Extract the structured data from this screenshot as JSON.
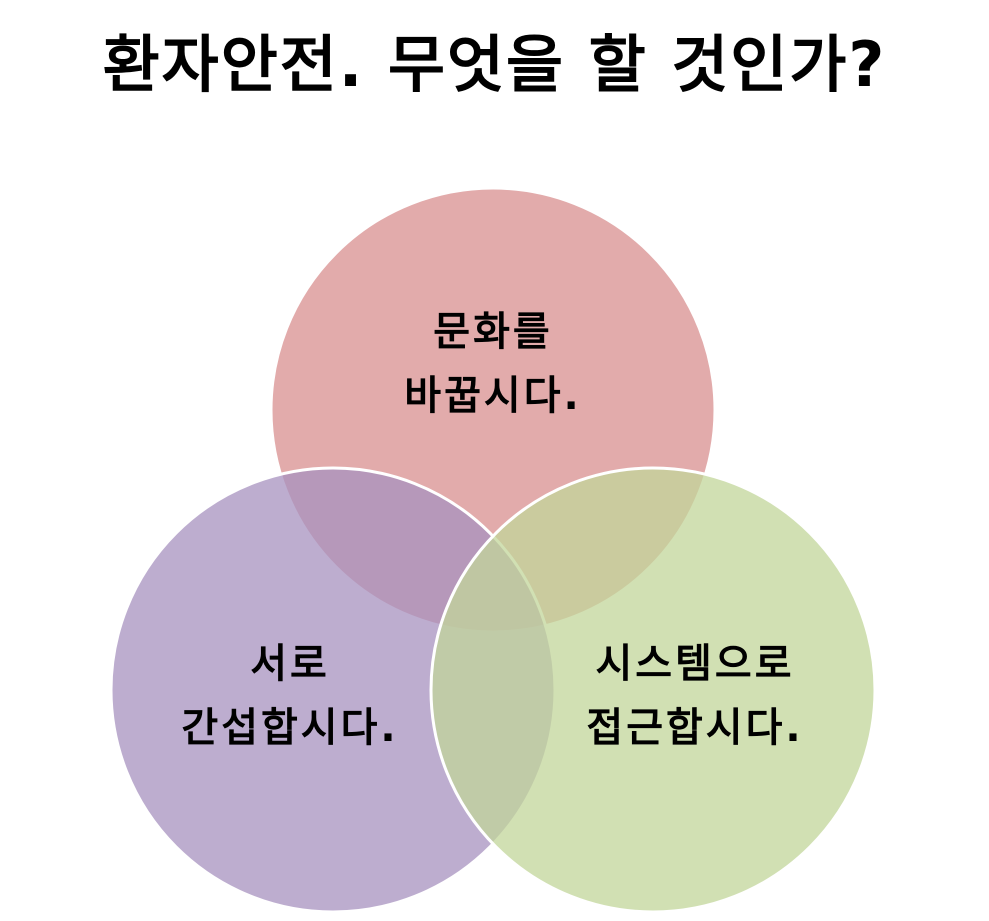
{
  "title": "환자안전. 무엇을 할 것인가?",
  "circles": {
    "culture": {
      "lines": [
        "문화를",
        "바꿉시다."
      ],
      "color": "#d88f8f"
    },
    "interfere": {
      "lines": [
        "서로",
        "간섭합시다."
      ],
      "color": "#a792bf"
    },
    "system": {
      "lines": [
        "시스템으로",
        "접근합시다."
      ],
      "color": "#c2d59a"
    }
  }
}
